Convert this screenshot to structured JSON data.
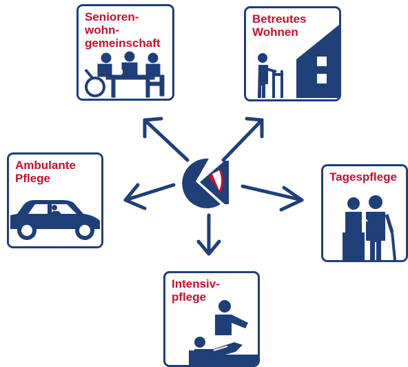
{
  "colors": {
    "navy": "#1e3f78",
    "red": "#c8102e",
    "background": "#ffffff"
  },
  "hub": {
    "icon": "center-logo-icon"
  },
  "cards": {
    "senioren": {
      "label": "Senioren-\nwohn-\ngemeinschaft",
      "icon": "seniors-at-table-icon"
    },
    "betreutes": {
      "label": "Betreutes\nWohnen",
      "icon": "person-with-walker-house-icon"
    },
    "ambulante": {
      "label": "Ambulante\nPflege",
      "icon": "car-icon"
    },
    "tages": {
      "label": "Tagespflege",
      "icon": "elderly-couple-icon"
    },
    "intensiv": {
      "label": "Intensiv-\npflege",
      "icon": "caregiver-patient-bed-icon"
    }
  }
}
